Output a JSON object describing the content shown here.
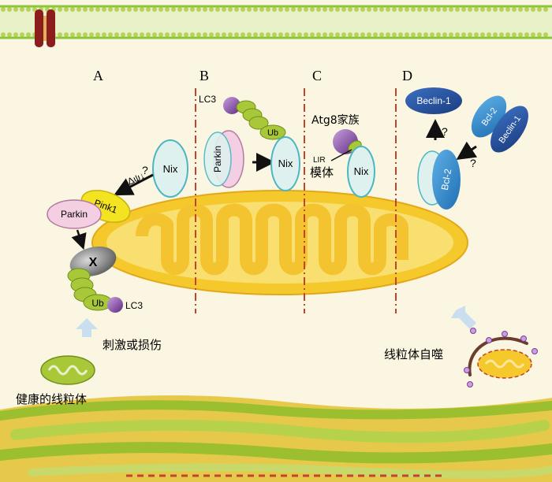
{
  "panels": [
    "A",
    "B",
    "C",
    "D"
  ],
  "proteins": {
    "nix": "Nix",
    "pink1": "Pink1",
    "parkin": "Parkin",
    "lc3": "LC3",
    "ub": "Ub",
    "beclin1": "Beclin-1",
    "bcl2": "Bcl-2",
    "atg8_family": "Atg8家族",
    "lir": "LIR",
    "motif": "模体",
    "x_mark": "X"
  },
  "annotations": {
    "delta_psi": "Δψ↓",
    "question": "?"
  },
  "captions": {
    "stimulus": "刺激或损伤",
    "healthy_mito": "健康的线粒体",
    "mitophagy": "线粒体自噬"
  },
  "colors": {
    "background": "#fbf6e1",
    "mito_outer": "#f5c92c",
    "mito_inner": "#f8df70",
    "nix_fill": "#dff1ef",
    "nix_stroke": "#4bb6c4",
    "parkin_fill": "#f4cfe3",
    "pink1_fill": "#f3e321",
    "ub_green": "#a8c83a",
    "lc3_purple": "#7d3c98",
    "beclin_blue": "#1f4f9d",
    "bcl2_blue": "#3b8fcf",
    "divider": "#c1442e"
  }
}
